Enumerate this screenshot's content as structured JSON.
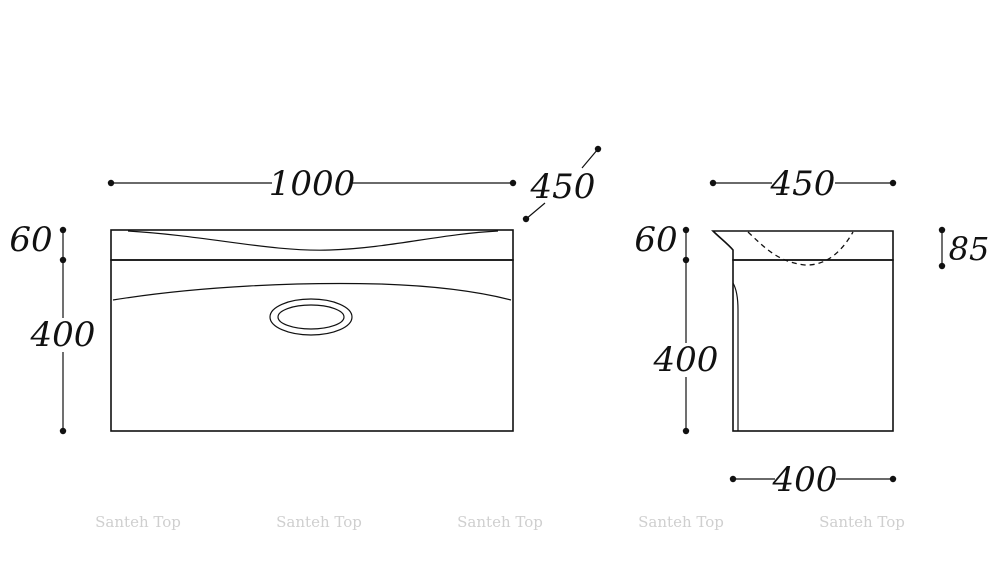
{
  "front_view": {
    "width_label": "1000",
    "depth_label": "450",
    "top_height_label": "60",
    "body_height_label": "400"
  },
  "side_view": {
    "width_label": "450",
    "top_height_label": "60",
    "body_height_label": "400",
    "bowl_depth_label": "85",
    "base_width_label": "400"
  },
  "watermarks": [
    "Santeh Top",
    "Santeh Top",
    "Santeh Top",
    "Santeh Top",
    "Santeh Top"
  ]
}
